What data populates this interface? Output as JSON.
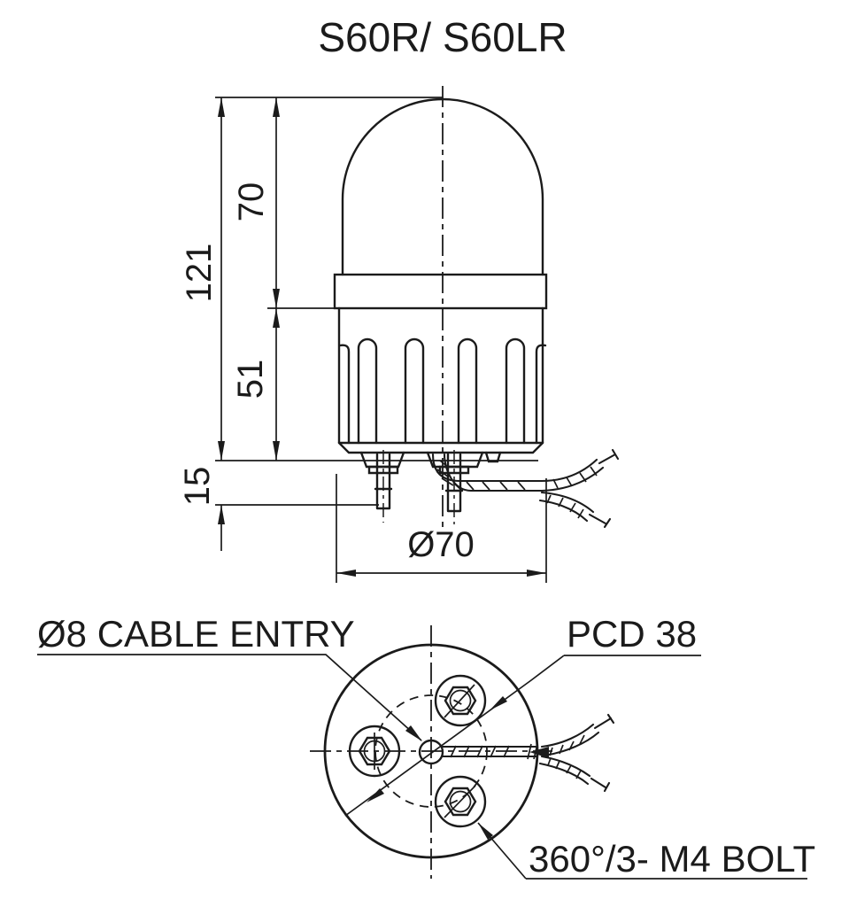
{
  "drawing": {
    "title": "S60R/ S60LR",
    "front_view": {
      "name": "front-elevation",
      "dimensions": {
        "overall_height": "121",
        "dome_height": "70",
        "body_height": "51",
        "stud_length": "15",
        "base_diameter": "Ø70"
      }
    },
    "bottom_view": {
      "name": "bottom-view",
      "callouts": {
        "cable_entry": "Ø8 CABLE ENTRY",
        "pitch_circle": "PCD 38",
        "bolts": "360°/3- M4 BOLT"
      }
    },
    "colors": {
      "line": "#1b1b1b",
      "background": "#ffffff"
    }
  }
}
